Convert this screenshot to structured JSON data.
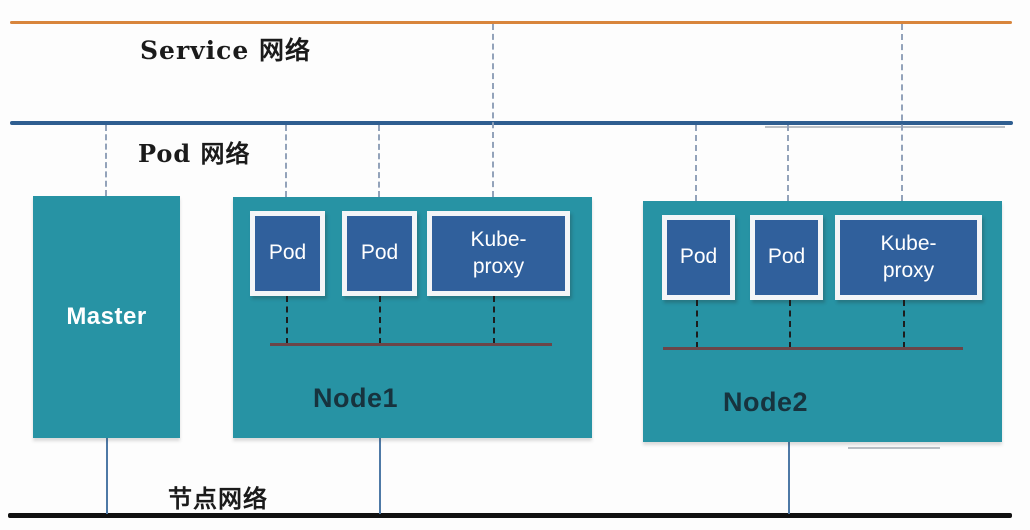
{
  "diagram": {
    "type": "kubernetes-network-architecture",
    "networks": {
      "service": {
        "label": "Service 网络",
        "color": "#d8853c"
      },
      "pod": {
        "label": "Pod 网络",
        "color": "#2f5e90"
      },
      "node": {
        "label": "节点网络",
        "color": "#111111"
      }
    },
    "master": {
      "label": "Master"
    },
    "nodes": [
      {
        "label": "Node1",
        "components": [
          {
            "label": "Pod"
          },
          {
            "label": "Pod"
          },
          {
            "label": "Kube-\nproxy"
          }
        ]
      },
      {
        "label": "Node2",
        "components": [
          {
            "label": "Pod"
          },
          {
            "label": "Pod"
          },
          {
            "label": "Kube-\nproxy"
          }
        ]
      }
    ],
    "colors": {
      "machine_fill": "#2793a4",
      "component_fill": "#30609c",
      "component_border": "#f3f5f7",
      "service_rail": "#d8853c",
      "pod_rail": "#2f5e90",
      "node_rail": "#111111",
      "dashed_connector": "#93a3ba",
      "solid_connector": "#4e79a6",
      "internal_bus": "#6b4548",
      "node_label_text": "#17333e",
      "component_text": "#ffffff"
    }
  }
}
